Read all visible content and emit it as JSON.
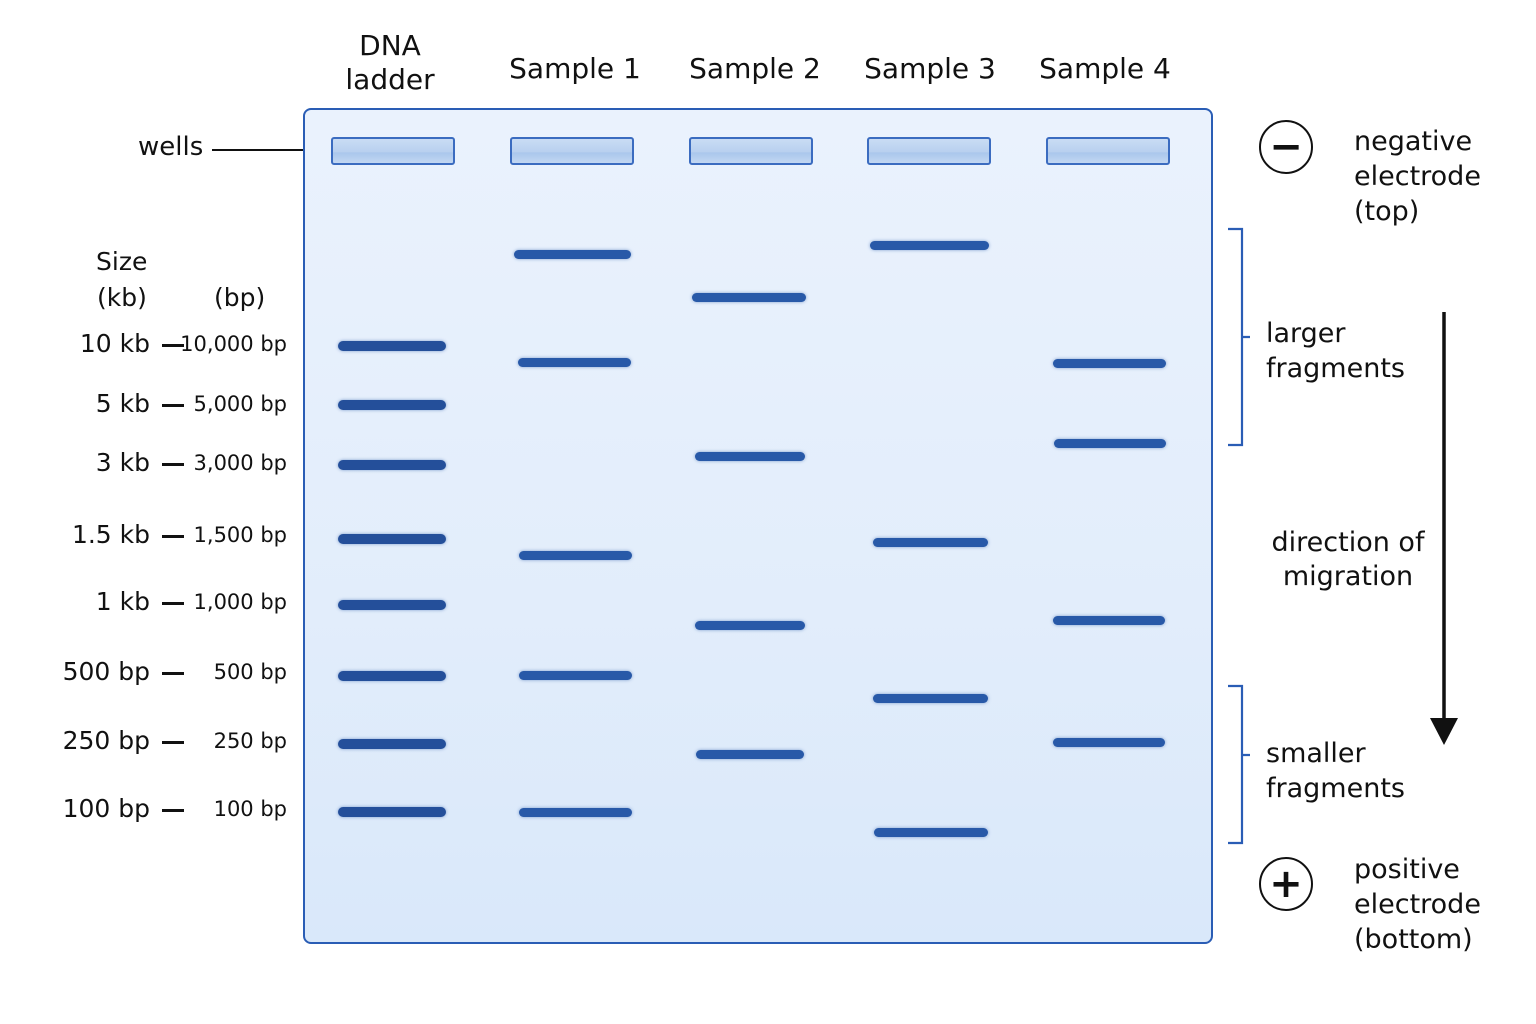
{
  "lanes": [
    {
      "label_line1": "DNA",
      "label_line2": "ladder"
    },
    {
      "label": "Sample 1"
    },
    {
      "label": "Sample 2"
    },
    {
      "label": "Sample 3"
    },
    {
      "label": "Sample 4"
    }
  ],
  "wells_label": "wells",
  "size_header": {
    "line1": "Size",
    "kb_unit": "(kb)",
    "bp_unit": "(bp)"
  },
  "ladder_markers": [
    {
      "kb": "10 kb",
      "bp": "10,000 bp",
      "value_bp": 10000
    },
    {
      "kb": "5 kb",
      "bp": "5,000 bp",
      "value_bp": 5000
    },
    {
      "kb": "3 kb",
      "bp": "3,000 bp",
      "value_bp": 3000
    },
    {
      "kb": "1.5 kb",
      "bp": "1,500 bp",
      "value_bp": 1500
    },
    {
      "kb": "1 kb",
      "bp": "1,000 bp",
      "value_bp": 1000
    },
    {
      "kb": "500 bp",
      "bp": "500 bp",
      "value_bp": 500
    },
    {
      "kb": "250 bp",
      "bp": "250 bp",
      "value_bp": 250
    },
    {
      "kb": "100 bp",
      "bp": "100 bp",
      "value_bp": 100
    }
  ],
  "electrodes": {
    "negative": {
      "symbol": "−",
      "line1": "negative",
      "line2": "electrode",
      "line3": "(top)"
    },
    "positive": {
      "symbol": "+",
      "line1": "positive",
      "line2": "electrode",
      "line3": "(bottom)"
    }
  },
  "annotations": {
    "larger": {
      "line1": "larger",
      "line2": "fragments"
    },
    "smaller": {
      "line1": "smaller",
      "line2": "fragments"
    },
    "direction": {
      "line1": "direction of",
      "line2": "migration"
    }
  },
  "colors": {
    "band": "#2859a8",
    "gel_border": "#2a5db5",
    "gel_bg": "#e6effc"
  }
}
